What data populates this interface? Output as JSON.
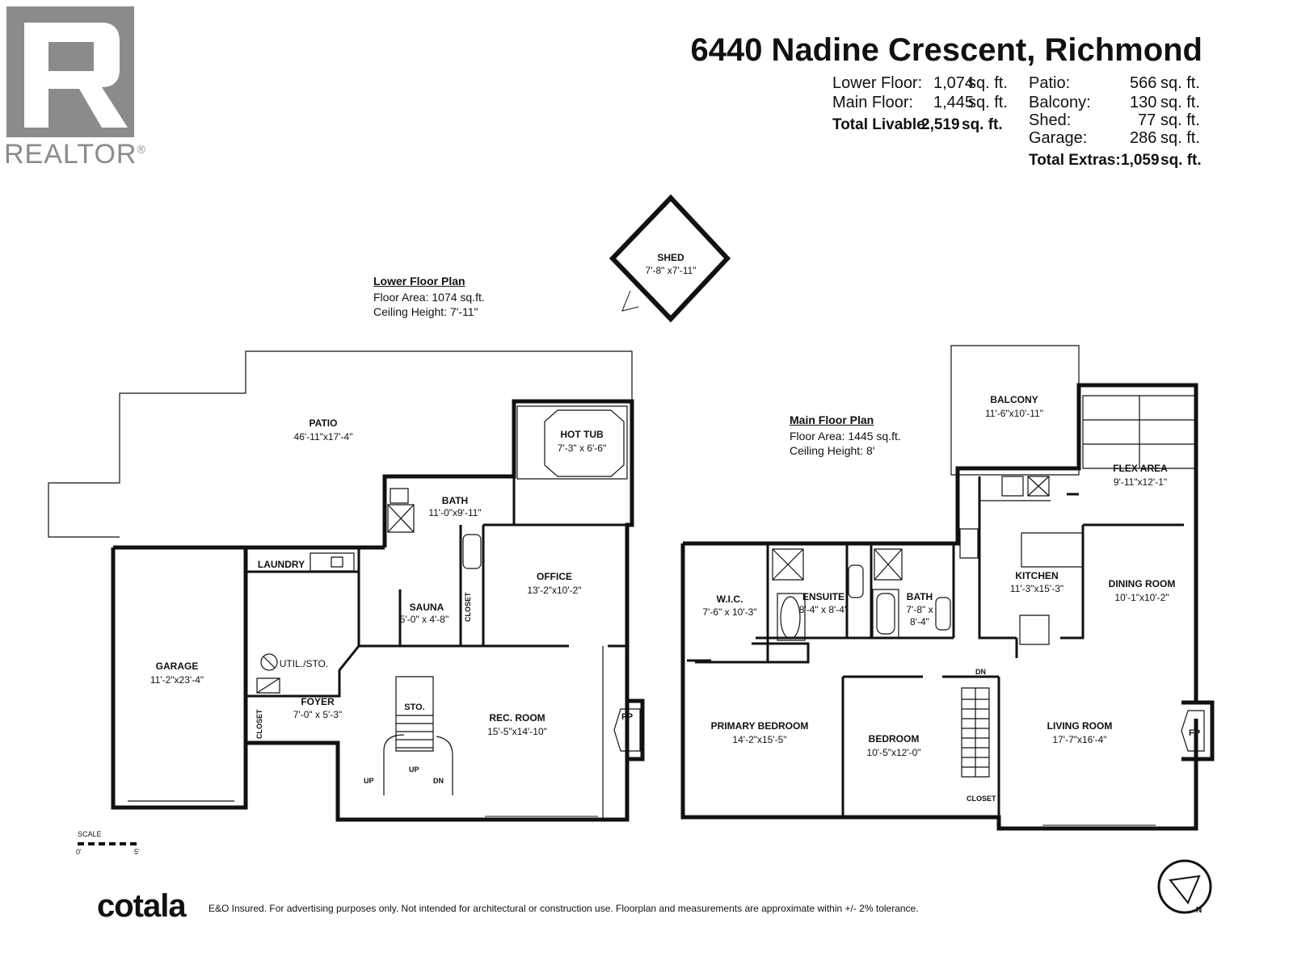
{
  "logo": {
    "name": "REALTOR",
    "mark": "®"
  },
  "header": {
    "address": "6440 Nadine Crescent, Richmond",
    "livable": [
      {
        "label": "Lower Floor:",
        "value": "1,074",
        "unit": "sq. ft."
      },
      {
        "label": "Main Floor:",
        "value": "1,445",
        "unit": "sq. ft."
      }
    ],
    "livable_total": {
      "label": "Total Livable:",
      "value": "2,519",
      "unit": "sq. ft."
    },
    "extras": [
      {
        "label": "Patio:",
        "value": "566",
        "unit": "sq. ft."
      },
      {
        "label": "Balcony:",
        "value": "130",
        "unit": "sq. ft."
      },
      {
        "label": "Shed:",
        "value": "77",
        "unit": "sq. ft."
      },
      {
        "label": "Garage:",
        "value": "286",
        "unit": "sq. ft."
      }
    ],
    "extras_total": {
      "label": "Total Extras:",
      "value": "1,059",
      "unit": "sq. ft."
    }
  },
  "lower_plan": {
    "title": "Lower Floor Plan",
    "area": "Floor Area: 1074 sq.ft.",
    "ceiling": "Ceiling Height: 7'-11\"",
    "rooms": {
      "patio": {
        "name": "PATIO",
        "dim": "46'-11\"x17'-4\""
      },
      "hot_tub": {
        "name": "HOT TUB",
        "dim": "7'-3\" x 6'-6\""
      },
      "bath": {
        "name": "BATH",
        "dim": "11'-0\"x9'-11\""
      },
      "laundry": {
        "name": "LAUNDRY"
      },
      "garage": {
        "name": "GARAGE",
        "dim": "11'-2\"x23'-4\""
      },
      "util": {
        "name": "UTIL./STO."
      },
      "sauna": {
        "name": "SAUNA",
        "dim": "5'-0\" x 4'-8\""
      },
      "closet": {
        "name": "CLOSET"
      },
      "office": {
        "name": "OFFICE",
        "dim": "13'-2\"x10'-2\""
      },
      "foyer": {
        "name": "FOYER",
        "dim": "7'-0\" x 5'-3\""
      },
      "closet2": {
        "name": "CLOSET"
      },
      "sto": {
        "name": "STO."
      },
      "rec": {
        "name": "REC. ROOM",
        "dim": "15'-5\"x14'-10\""
      },
      "fp": {
        "name": "FP"
      }
    },
    "stairs": {
      "up1": "UP",
      "up2": "UP",
      "dn": "DN"
    }
  },
  "shed": {
    "name": "SHED",
    "dim": "7'-8\" x7'-11\""
  },
  "main_plan": {
    "title": "Main Floor Plan",
    "area": "Floor Area: 1445 sq.ft.",
    "ceiling": "Ceiling Height: 8'",
    "rooms": {
      "balcony": {
        "name": "BALCONY",
        "dim": "11'-6\"x10'-11\""
      },
      "flex": {
        "name": "FLEX AREA",
        "dim": "9'-11\"x12'-1\""
      },
      "kitchen": {
        "name": "KITCHEN",
        "dim": "11'-3\"x15'-3\""
      },
      "dining": {
        "name": "DINING ROOM",
        "dim": "10'-1\"x10'-2\""
      },
      "wic": {
        "name": "W.I.C.",
        "dim": "7'-6\" x 10'-3\""
      },
      "ensuite": {
        "name": "ENSUITE",
        "dim": "8'-4\" x 8'-4\""
      },
      "bath": {
        "name": "BATH",
        "dim1": "7'-8\" x",
        "dim2": "8'-4\""
      },
      "primary": {
        "name": "PRIMARY BEDROOM",
        "dim": "14'-2\"x15'-5\""
      },
      "bedroom": {
        "name": "BEDROOM",
        "dim": "10'-5\"x12'-0\""
      },
      "living": {
        "name": "LIVING ROOM",
        "dim": "17'-7\"x16'-4\""
      },
      "closet": {
        "name": "CLOSET"
      },
      "fp": {
        "name": "FP"
      }
    },
    "stairs": {
      "dn": "DN"
    }
  },
  "scale": {
    "label": "SCALE",
    "start": "0'",
    "end": "5'"
  },
  "compass": {
    "label": "N"
  },
  "footer": {
    "brand": "cotala",
    "disclaimer": "E&O Insured. For advertising purposes only. Not intended for architectural or construction use. Floorplan and measurements are approximate within +/- 2% tolerance."
  }
}
